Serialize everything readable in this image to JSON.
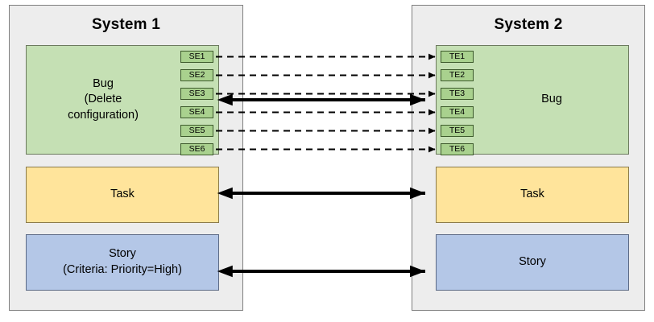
{
  "diagram": {
    "title_hidden": "",
    "systems": [
      {
        "id": "system-left",
        "name": "System 1",
        "items": [
          {
            "type": "bug",
            "label": "Bug\n(Delete\nconfiguration)"
          },
          {
            "type": "task",
            "label": "Task"
          },
          {
            "type": "story",
            "label": "Story\n(Criteria: Priority=High)"
          }
        ],
        "endpoints": [
          "SE1",
          "SE2",
          "SE3",
          "SE4",
          "SE5",
          "SE6"
        ]
      },
      {
        "id": "system-right",
        "name": "System 2",
        "items": [
          {
            "type": "bug",
            "label": "Bug"
          },
          {
            "type": "task",
            "label": "Task"
          },
          {
            "type": "story",
            "label": "Story"
          }
        ],
        "endpoints": [
          "TE1",
          "TE2",
          "TE3",
          "TE4",
          "TE5",
          "TE6"
        ]
      }
    ],
    "bug_labels": {
      "left_line1": "Bug",
      "left_line2": "(Delete",
      "left_line3": "configuration)",
      "right_line1": "Bug"
    },
    "task_labels": {
      "left": "Task",
      "right": "Task"
    },
    "story_labels": {
      "left_line1": "Story",
      "left_line2": "(Criteria: Priority=High)",
      "right_line1": "Story"
    },
    "connectors": [
      {
        "name": "se1-to-te1",
        "style": "dashed",
        "direction": "right",
        "from": "SE1",
        "to": "TE1"
      },
      {
        "name": "se2-to-te2",
        "style": "dashed",
        "direction": "right",
        "from": "SE2",
        "to": "TE2"
      },
      {
        "name": "se3-to-te3",
        "style": "dashed",
        "direction": "right",
        "from": "SE3",
        "to": "TE3"
      },
      {
        "name": "se4-to-te4",
        "style": "dashed",
        "direction": "right",
        "from": "SE4",
        "to": "TE4"
      },
      {
        "name": "se5-to-te5",
        "style": "dashed",
        "direction": "right",
        "from": "SE5",
        "to": "TE5"
      },
      {
        "name": "se6-to-te6",
        "style": "dashed",
        "direction": "right",
        "from": "SE6",
        "to": "TE6"
      },
      {
        "name": "bug-sync",
        "style": "solid",
        "direction": "both",
        "from": "Bug",
        "to": "Bug"
      },
      {
        "name": "task-sync",
        "style": "solid",
        "direction": "both",
        "from": "Task",
        "to": "Task"
      },
      {
        "name": "story-sync",
        "style": "solid",
        "direction": "both",
        "from": "Story",
        "to": "Story"
      }
    ]
  },
  "colors": {
    "bug_fill": "#C5E0B4",
    "endpoint_fill": "#A9D18E",
    "task_fill": "#FFE49B",
    "story_fill": "#B4C7E7",
    "system_fill": "#EDEDED",
    "system_border": "#7F7F7F",
    "connector": "#000000"
  }
}
